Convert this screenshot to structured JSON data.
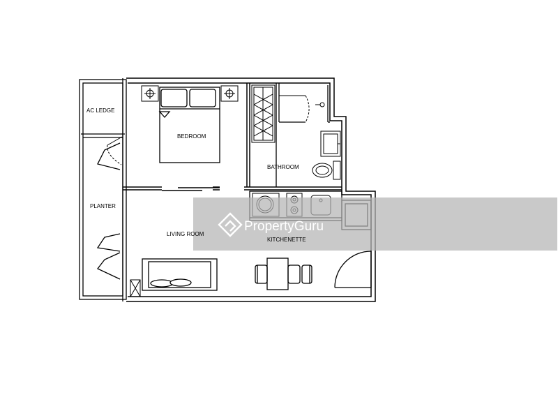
{
  "rooms": {
    "ac_ledge": "AC LEDGE",
    "bedroom": "BEDROOM",
    "bathroom": "BATHROOM",
    "planter": "PLANTER",
    "living_room": "LIVING ROOM",
    "kitchenette": "KITCHENETTE"
  },
  "watermark": {
    "text": "PropertyGuru",
    "band_color": "#b4b4b4",
    "icon": "propertyguru-house-logo"
  },
  "colors": {
    "line": "#000000",
    "background": "#ffffff"
  }
}
